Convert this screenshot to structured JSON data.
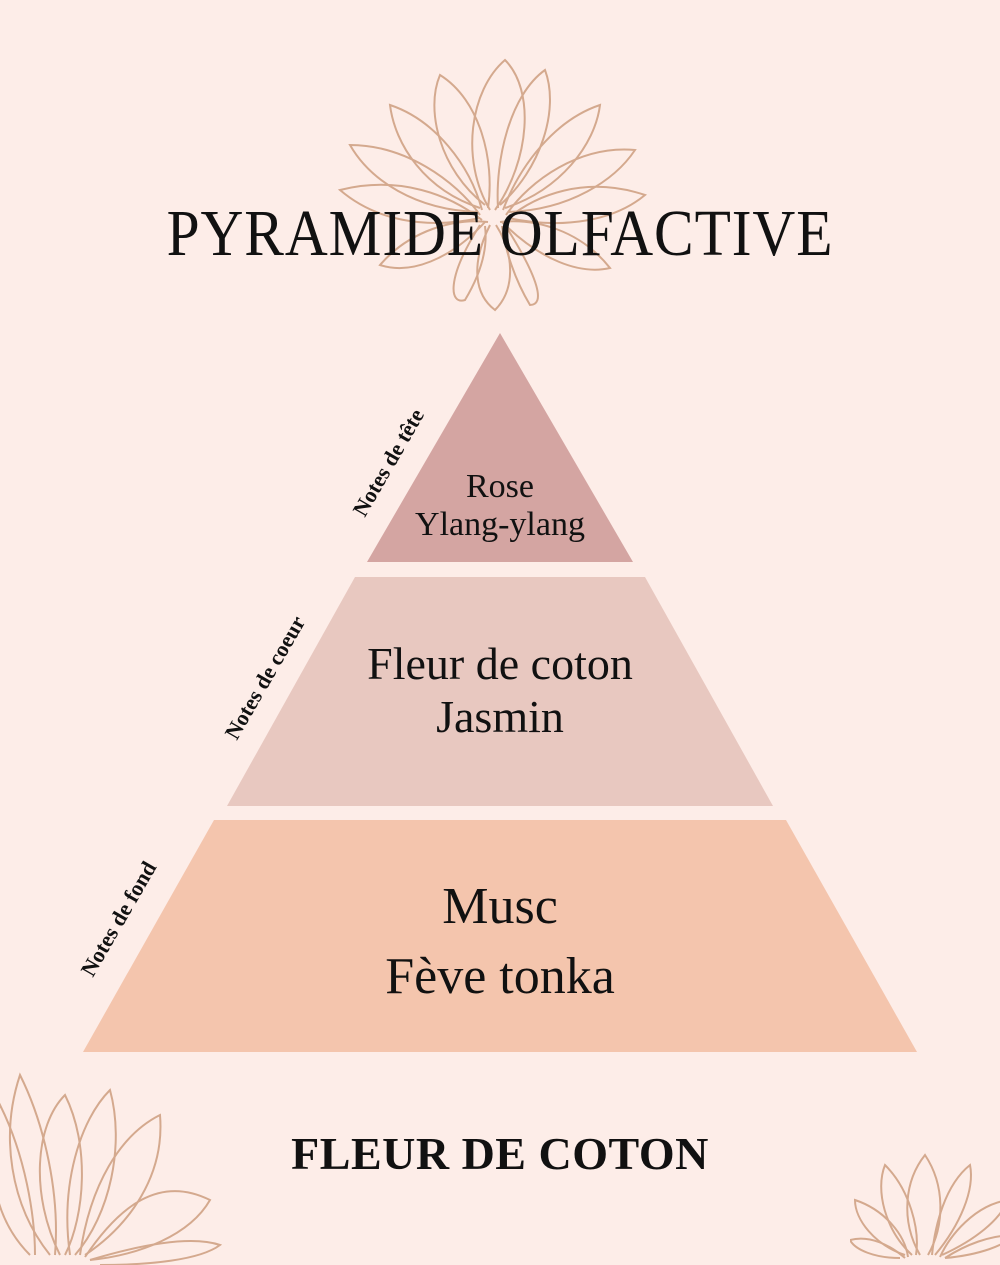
{
  "title": "PYRAMIDE OLFACTIVE",
  "pyramid": {
    "tiers": [
      {
        "label": "Notes de tête",
        "notes": [
          "Rose",
          "Ylang-ylang"
        ],
        "color": "#d4a5a2"
      },
      {
        "label": "Notes de coeur",
        "notes": [
          "Fleur de coton",
          "Jasmin"
        ],
        "color": "#e8c8c0"
      },
      {
        "label": "Notes de fond",
        "notes": [
          "Musc",
          "Fève tonka"
        ],
        "color": "#f4c5ad"
      }
    ]
  },
  "product_name": "FLEUR DE COTON",
  "colors": {
    "background": "#fdede8",
    "flower_outline": "#d4a98e",
    "text": "#111111"
  },
  "decorations": [
    "lotus-flower-top",
    "lotus-flower-bottom-left",
    "lotus-flower-bottom-right"
  ]
}
